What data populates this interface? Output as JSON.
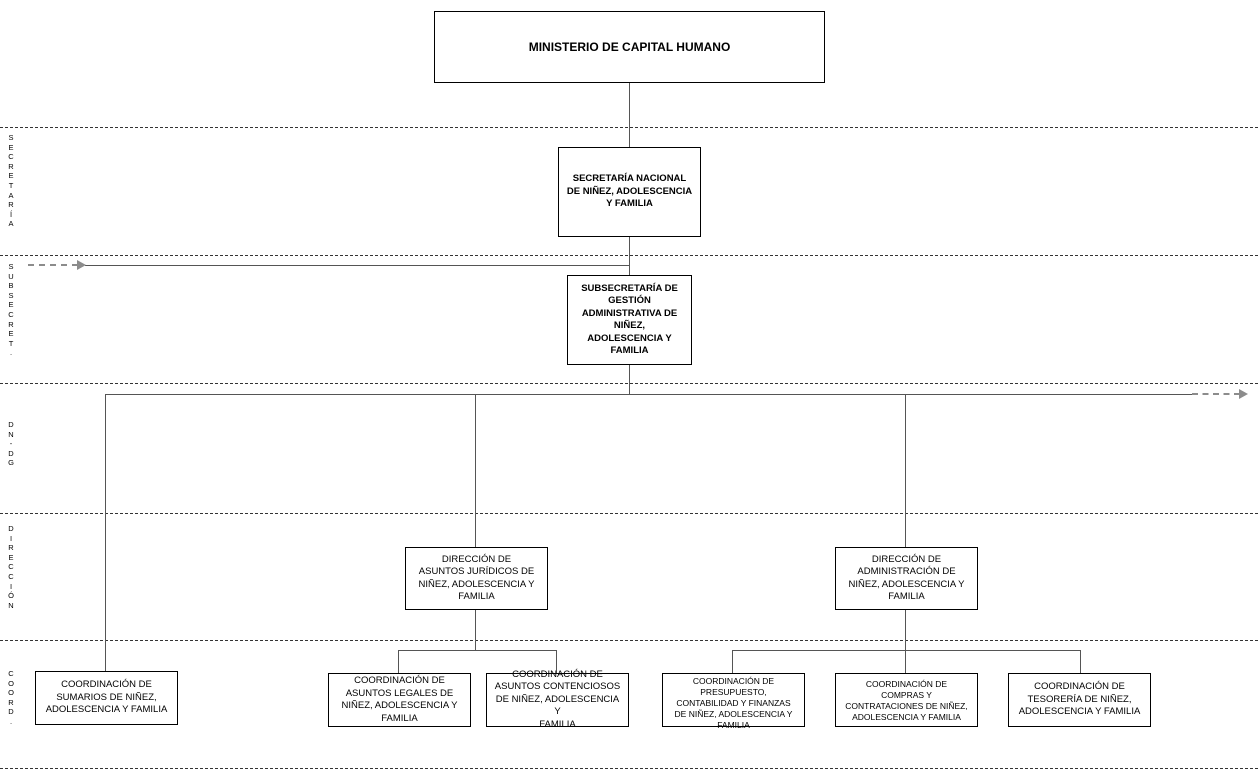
{
  "levels": [
    {
      "label": "SECRETARÍA"
    },
    {
      "label": "SUBSECRET."
    },
    {
      "label": "DN-DG"
    },
    {
      "label": "DIRECCIÓN"
    },
    {
      "label": "COORD."
    }
  ],
  "boxes": {
    "ministerio": "MINISTERIO DE CAPITAL HUMANO",
    "secretaria": "SECRETARÍA NACIONAL\nDE NIÑEZ, ADOLESCENCIA\nY FAMILIA",
    "subsecretaria": "SUBSECRETARÍA DE\nGESTIÓN\nADMINISTRATIVA DE\nNIÑEZ,\nADOLESCENCIA Y\nFAMILIA",
    "dir_juridicos": "DIRECCIÓN DE\nASUNTOS JURÍDICOS  DE\nNIÑEZ, ADOLESCENCIA Y\nFAMILIA",
    "dir_administracion": "DIRECCIÓN DE\nADMINISTRACIÓN DE\nNIÑEZ, ADOLESCENCIA Y\nFAMILIA",
    "coord_sumarios": "COORDINACIÓN DE\nSUMARIOS DE NIÑEZ,\nADOLESCENCIA Y FAMILIA",
    "coord_legales": "COORDINACIÓN DE\nASUNTOS LEGALES  DE\nNIÑEZ, ADOLESCENCIA Y\nFAMILIA",
    "coord_contenciosos": "COORDINACIÓN DE\nASUNTOS CONTENCIOSOS\nDE NIÑEZ, ADOLESCENCIA Y\nFAMILIA",
    "coord_presupuesto": "COORDINACIÓN DE\nPRESUPUESTO,\nCONTABILIDAD Y FINANZAS\nDE NIÑEZ, ADOLESCENCIA Y\nFAMILIA",
    "coord_compras": "COORDINACIÓN DE\nCOMPRAS Y\nCONTRATACIONES DE NIÑEZ,\nADOLESCENCIA Y FAMILIA",
    "coord_tesoreria": "COORDINACIÓN DE\nTESORERÍA DE NIÑEZ,\nADOLESCENCIA Y FAMILIA"
  }
}
